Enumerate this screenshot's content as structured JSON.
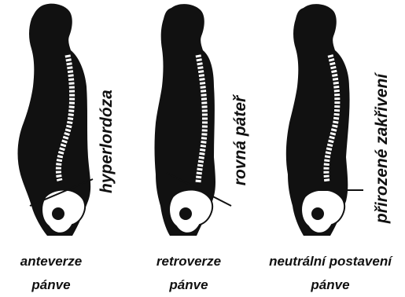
{
  "figures": [
    {
      "side_label": "hyperlordóza",
      "caption_line1": "anteverze",
      "caption_line2": "pánve"
    },
    {
      "side_label": "rovná páteř",
      "caption_line1": "retroverze",
      "caption_line2": "pánve"
    },
    {
      "side_label": "přirozené zakřivení",
      "caption_line1": "neutrální postavení",
      "caption_line2": "pánve"
    }
  ],
  "colors": {
    "silhouette": "#111111",
    "bone": "#ffffff",
    "text": "#111111"
  }
}
